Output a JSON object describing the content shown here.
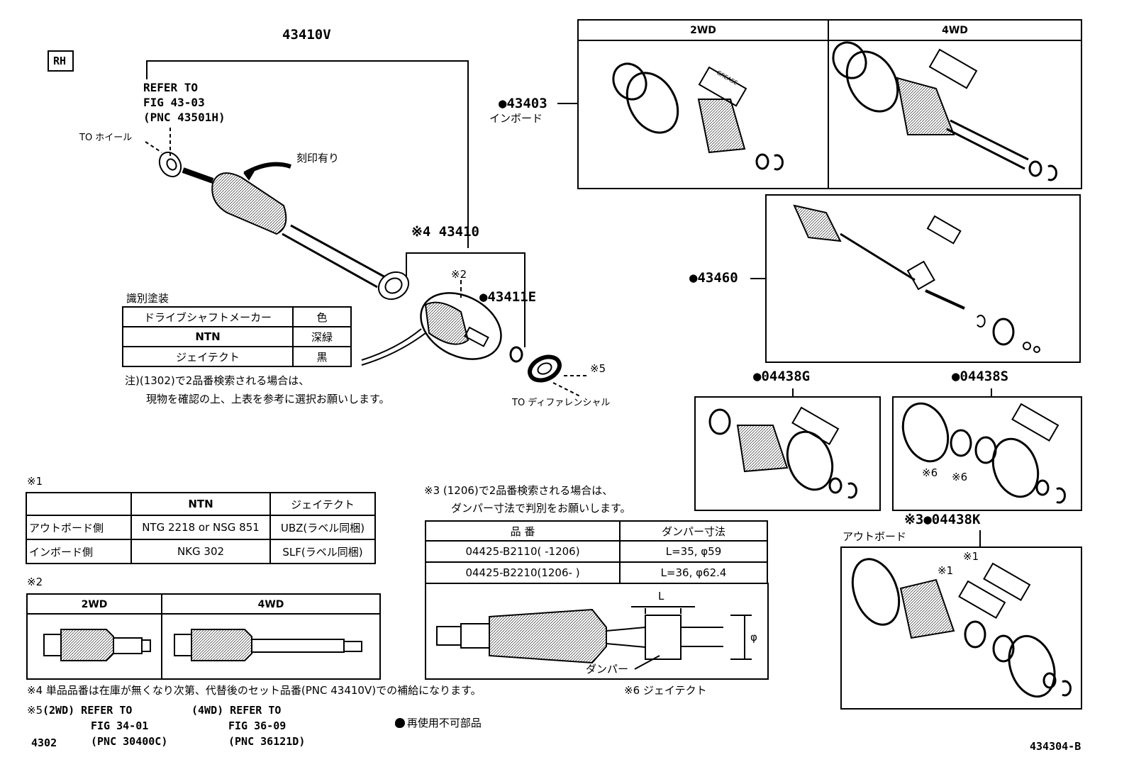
{
  "rh_label": "RH",
  "main": {
    "assembly_pnc": "43410V",
    "refer_lines": [
      "REFER TO",
      "FIG 43-03",
      "(PNC 43501H)"
    ],
    "to_wheel": "TO ホイール",
    "marked": "刻印有り",
    "sub_assembly": "※4 43410",
    "note2_marker": "※2",
    "seal_pnc": "●43411E",
    "note5_marker": "※5",
    "to_differential": "TO ディファレンシャル"
  },
  "id_paint": {
    "title": "識別塗装",
    "header": [
      "ドライブシャフトメーカー",
      "色"
    ],
    "rows": [
      [
        "NTN",
        "深緑"
      ],
      [
        "ジェイテクト",
        "黒"
      ]
    ],
    "note_lines": [
      "注)(1302)で2品番検索される場合は、",
      "現物を確認の上、上表を参考に選択お願いします。"
    ]
  },
  "kits": {
    "inboard_boot": {
      "pnc": "●43403",
      "label": "インボード",
      "col_2wd": "2WD",
      "col_4wd": "4WD"
    },
    "inner_shaft": {
      "pnc": "●43460"
    },
    "boot_g": {
      "pnc": "●04438G"
    },
    "boot_s": {
      "pnc": "●04438S",
      "marks": [
        "※6",
        "※6"
      ]
    },
    "outboard": {
      "pnc": "※3●04438K",
      "label": "アウトボード",
      "marks": [
        "※1",
        "※1"
      ]
    },
    "grease": "GREASE"
  },
  "note1": {
    "marker": "※1",
    "header": [
      "",
      "NTN",
      "ジェイテクト"
    ],
    "rows": [
      [
        "アウトボード側",
        "NTG 2218 or NSG 851",
        "UBZ(ラベル同梱)"
      ],
      [
        "インボード側",
        "NKG 302",
        "SLF(ラベル同梱)"
      ]
    ]
  },
  "note2": {
    "marker": "※2",
    "cols": [
      "2WD",
      "4WD"
    ]
  },
  "note3": {
    "lines": [
      "※3 (1206)で2品番検索される場合は、",
      "ダンパー寸法で判別をお願いします。"
    ],
    "header": [
      "品 番",
      "ダンパー寸法"
    ],
    "rows": [
      [
        "04425-B2110(     -1206)",
        "L=35, φ59"
      ],
      [
        "04425-B2210(1206-     )",
        "L=36, φ62.4"
      ]
    ],
    "damper_label": "ダンパー",
    "dim_l": "L",
    "dim_phi": "φ"
  },
  "note4": "※4 単品品番は在庫が無くなり次第、代替後のセット品番(PNC 43410V)での補給になります。",
  "note6": "※6 ジェイテクト",
  "note5": {
    "marker": "※5",
    "a_lines": [
      "(2WD) REFER TO",
      "FIG 34-01",
      "(PNC 30400C)"
    ],
    "b_lines": [
      "(4WD) REFER TO",
      "FIG 36-09",
      "(PNC 36121D)"
    ]
  },
  "legend": "● 再使用不可部品",
  "page_code": "4302",
  "figure_id": "434304-B"
}
